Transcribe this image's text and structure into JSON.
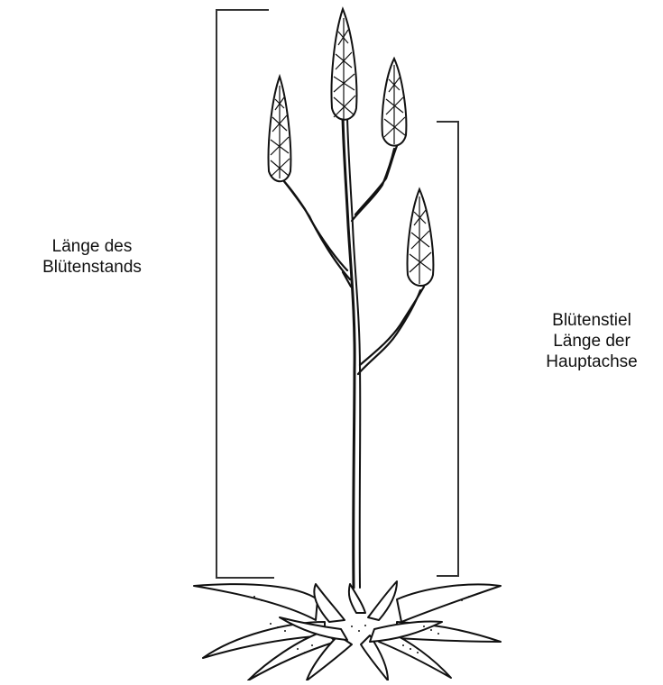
{
  "labels": {
    "inflorescence_length": {
      "line1": "Länge des",
      "line2": "Blütenstands"
    },
    "peduncle": {
      "line1": "Blütenstiel",
      "line2": "Länge der",
      "line3": "Hauptachse"
    }
  },
  "colors": {
    "ink": "#111111",
    "bracket": "#333333",
    "background": "#ffffff"
  }
}
